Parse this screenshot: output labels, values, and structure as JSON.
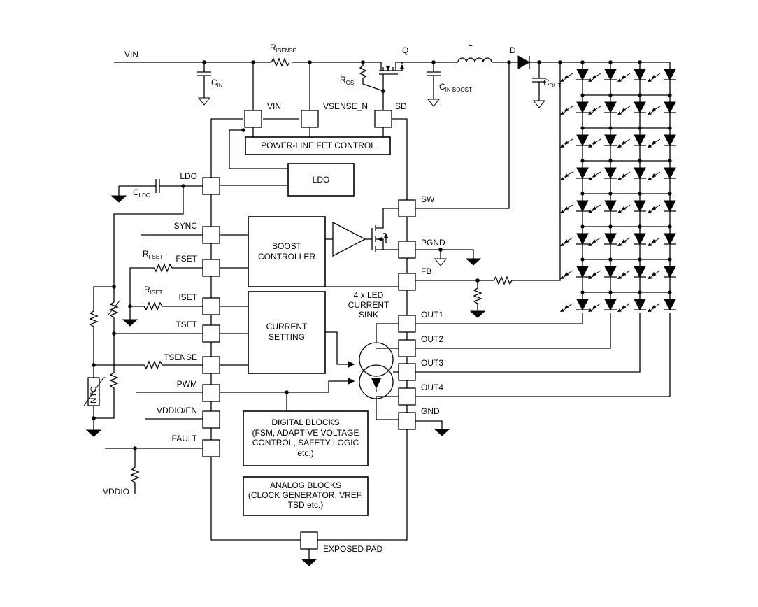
{
  "labels": {
    "vin_in": "VIN",
    "r_sense": "R",
    "r_sense_sub": "ISENSE",
    "q": "Q",
    "l": "L",
    "d": "D",
    "r_gs": "R",
    "r_gs_sub": "GS",
    "c_in": "C",
    "c_in_sub": "IN",
    "c_in_boost": "C",
    "c_in_boost_sub": "IN BOOST",
    "c_out": "C",
    "c_out_sub": "OUT",
    "c_ldo": "C",
    "c_ldo_sub": "LDO",
    "r_fset": "R",
    "r_fset_sub": "FSET",
    "r_iset": "R",
    "r_iset_sub": "ISET",
    "ntc": "NTC",
    "vddio": "VDDIO",
    "sink_1": "4 x LED",
    "sink_2": "CURRENT",
    "sink_3": "SINK"
  },
  "pins": {
    "vin": "VIN",
    "vsense_n": "VSENSE_N",
    "sd": "SD",
    "ldo": "LDO",
    "sync": "SYNC",
    "fset": "FSET",
    "iset": "ISET",
    "tset": "TSET",
    "tsense": "TSENSE",
    "pwm": "PWM",
    "vddio_en": "VDDIO/EN",
    "fault": "FAULT",
    "sw": "SW",
    "pgnd": "PGND",
    "fb": "FB",
    "out1": "OUT1",
    "out2": "OUT2",
    "out3": "OUT3",
    "out4": "OUT4",
    "gnd": "GND",
    "exposed_pad": "EXPOSED PAD"
  },
  "blocks": {
    "power_line": "POWER-LINE FET CONTROL",
    "ldo": "LDO",
    "boost_1": "BOOST",
    "boost_2": "CONTROLLER",
    "current_1": "CURRENT",
    "current_2": "SETTING",
    "digital_1": "DIGITAL BLOCKS",
    "digital_2": "(FSM, ADAPTIVE VOLTAGE",
    "digital_3": "CONTROL, SAFETY LOGIC",
    "digital_4": "etc.)",
    "analog_1": "ANALOG BLOCKS",
    "analog_2": "(CLOCK GENERATOR, VREF,",
    "analog_3": "TSD etc.)"
  },
  "led_matrix": {
    "columns": 4,
    "rows": 8
  }
}
